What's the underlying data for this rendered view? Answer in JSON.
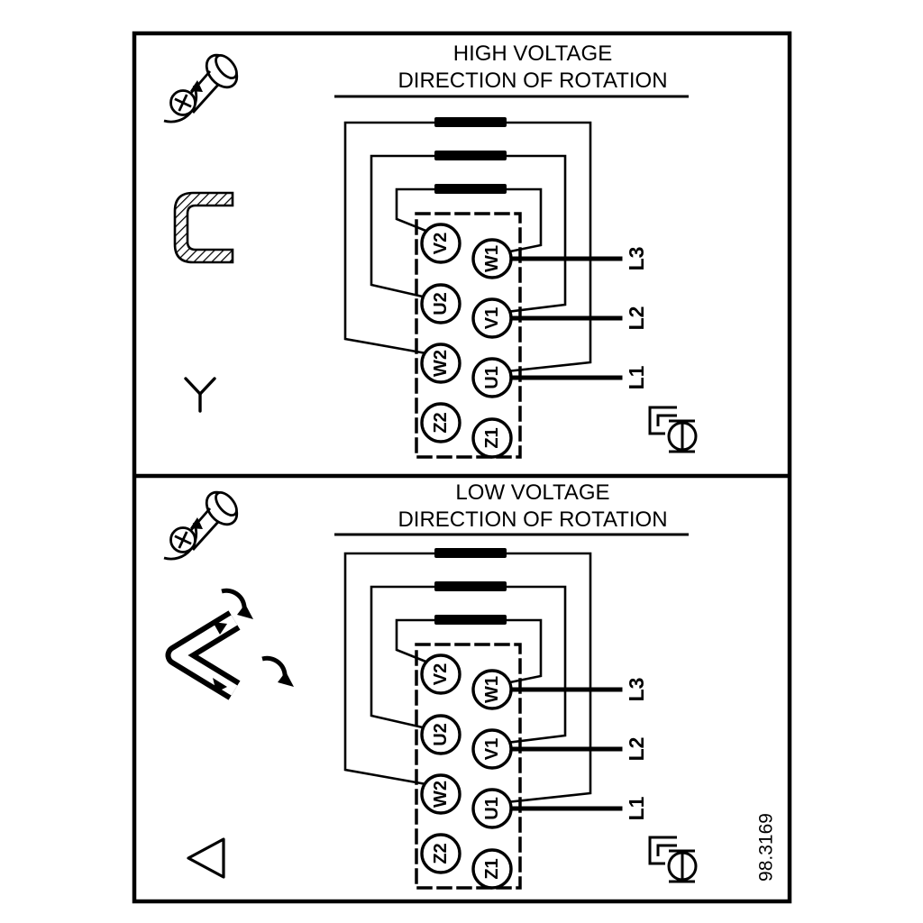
{
  "page": {
    "background": "#ffffff",
    "ink": "#000000",
    "drawing_number": "98.3169"
  },
  "panels": {
    "high": {
      "title": "HIGH VOLTAGE",
      "subtitle": "DIRECTION OF ROTATION"
    },
    "low": {
      "title": "LOW VOLTAGE",
      "subtitle": "DIRECTION OF ROTATION"
    }
  },
  "terminal_block": {
    "left_column": [
      "V2",
      "U2",
      "W2",
      "Z2"
    ],
    "right_column": [
      "W1",
      "V1",
      "U1",
      "Z1"
    ]
  },
  "supply_lines": [
    "L3",
    "L2",
    "L1"
  ],
  "icons": {
    "screw": "loosen-screw-icon",
    "link": "terminal-link-icon",
    "star": "star-connection-icon",
    "delta_links": "delta-links-icon",
    "delta": "delta-connection-icon",
    "clamp": "cable-clamp-icon"
  }
}
